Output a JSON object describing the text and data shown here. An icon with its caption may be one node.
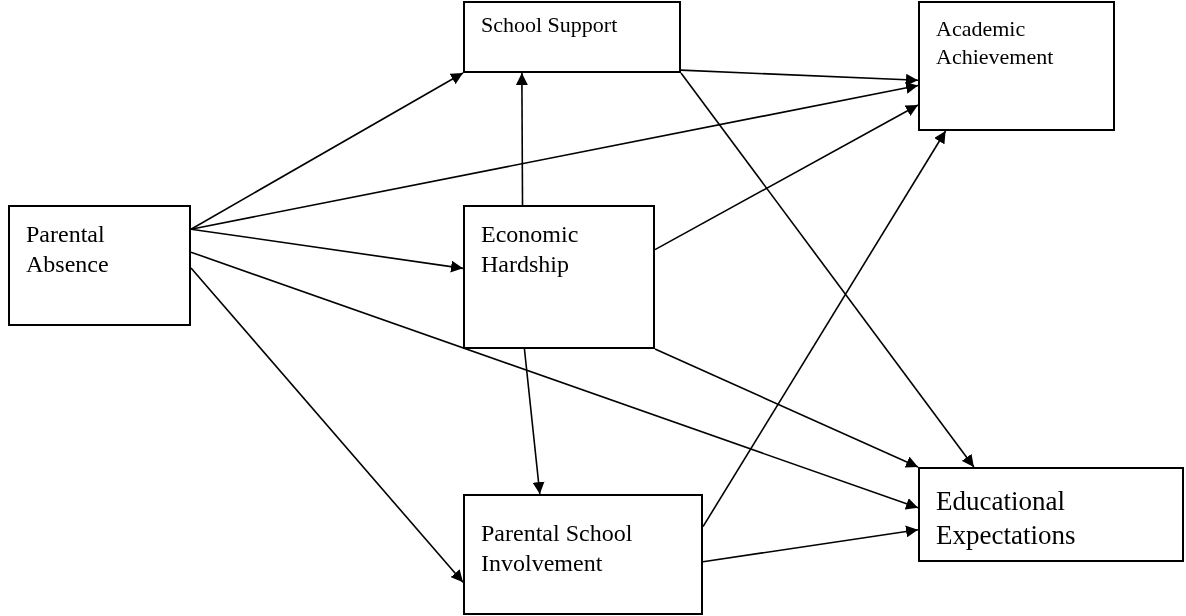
{
  "diagram": {
    "nodes": [
      {
        "text": [
          "Parental Absence"
        ]
      },
      {
        "text": [
          "School Support"
        ]
      },
      {
        "text": [
          "Academic Achievement"
        ]
      },
      {
        "text": [
          "Economic Hardship"
        ]
      },
      {
        "text": [
          "Educational Expectations"
        ]
      },
      {
        "text": [
          "Parental School Involvement"
        ]
      }
    ],
    "edges": [
      {
        "from": 0,
        "to": 1,
        "arrow": "to"
      },
      {
        "from": 0,
        "to": 2,
        "arrow": "to"
      },
      {
        "from": 0,
        "to": 3,
        "arrow": "to"
      },
      {
        "from": 0,
        "to": 4,
        "arrow": "to"
      },
      {
        "from": 0,
        "to": 5,
        "arrow": "to"
      },
      {
        "from": 3,
        "to": 1,
        "arrow": "to"
      },
      {
        "from": 1,
        "to": 2,
        "arrow": "to"
      },
      {
        "from": 1,
        "to": 4,
        "arrow": "to"
      },
      {
        "from": 3,
        "to": 2,
        "arrow": "to"
      },
      {
        "from": 3,
        "to": 4,
        "arrow": "to"
      },
      {
        "from": 3,
        "to": 5,
        "arrow": "to"
      },
      {
        "from": 5,
        "to": 2,
        "arrow": "to"
      },
      {
        "from": 5,
        "to": 4,
        "arrow": "to"
      }
    ]
  }
}
